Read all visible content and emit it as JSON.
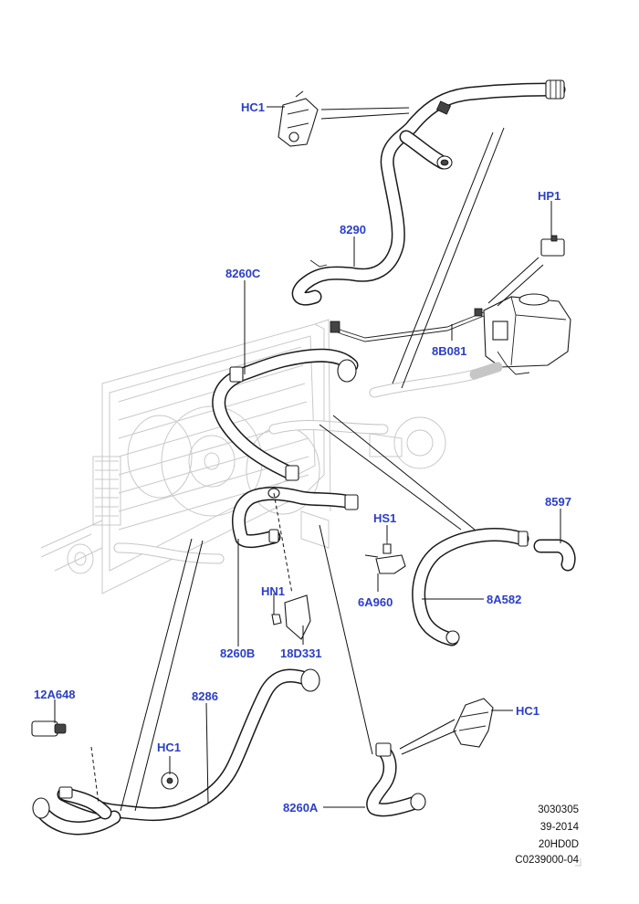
{
  "callouts": {
    "hc1_top": "HC1",
    "p8290": "8290",
    "hp1": "HP1",
    "p8260c": "8260C",
    "p8b081": "8B081",
    "hs1": "HS1",
    "p8597": "8597",
    "p6a960": "6A960",
    "p8a582": "8A582",
    "hn1": "HN1",
    "p8260b": "8260B",
    "p18d331": "18D331",
    "p12a648": "12A648",
    "p8286": "8286",
    "hc1_mid": "HC1",
    "hc1_right": "HC1",
    "p8260a": "8260A"
  },
  "reference": {
    "line1": "3030305",
    "line2": "39-2014",
    "line3": "20HD0D",
    "line4": "C0239000-04"
  }
}
